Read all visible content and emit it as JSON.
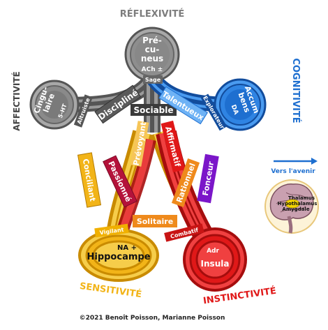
{
  "axes": {
    "top": "RÉFLEXIVITÉ",
    "left": "AFFECTIVITÉ",
    "right": "COGNITIVITÉ",
    "bottom_left": "SENSITIVITÉ",
    "bottom_right": "INSTINCTIVITÉ"
  },
  "nodes": {
    "precuneus": [
      "Pré-",
      "cu-",
      "neus"
    ],
    "precuneus_sub": "ACh ±",
    "cingulaire": [
      "Cingu-",
      "laire"
    ],
    "cingulaire_sub": "5-HT",
    "accumbens": [
      "Accum",
      "bens"
    ],
    "accumbens_sub": "DA",
    "hippocampe": "Hippocampe",
    "hippocampe_sub": "NA +",
    "insula": "Insula",
    "insula_sub": "Adr"
  },
  "traits": {
    "sage": "Sage",
    "altruiste": "Altruiste",
    "discipline": "Discipliné",
    "sociable": "Sociable",
    "talentueux": "Talentueux",
    "explorateur": "Explorateur",
    "prevoyant": "Prévoyant",
    "affirmatif": "Affirmatif",
    "conciliant": "Conciliant",
    "passionne": "Passionné",
    "rationnel": "Rationnel",
    "fonceur": "Fonceur",
    "solitaire": "Solitaire",
    "vigilant": "Vigilant",
    "combatif": "Combatif"
  },
  "legend": {
    "arrow_label": "Vers l'avenir",
    "brain_labels": [
      "Thalamus",
      "Hypothalamus",
      "Amygdale"
    ]
  },
  "footer": "©2021 Benoît Poisson, Marianne Poisson",
  "colors": {
    "grey": "#7d7d7d",
    "dark_grey": "#444444",
    "blue": "#1e6fd0",
    "yellow": "#f2b418",
    "red": "#e01818",
    "purple": "#7b16c9",
    "orange": "#ef8a1c",
    "maroon": "#b4123a",
    "ochre": "#f0b000"
  }
}
